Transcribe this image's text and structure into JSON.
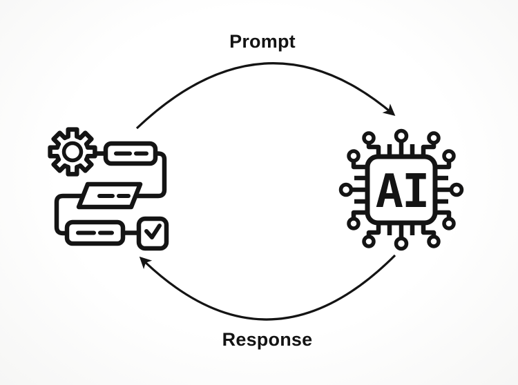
{
  "meta": {
    "type": "cycle-diagram",
    "background_color": "#fdfdfd",
    "ink_color": "#141414"
  },
  "labels": {
    "prompt": "Prompt",
    "response": "Response"
  },
  "nodes": {
    "workflow": {
      "icon": "automated-workflow-icon"
    },
    "chip": {
      "icon": "ai-chip-icon",
      "label": "AI"
    }
  },
  "arrows": {
    "top": {
      "direction": "workflow-to-chip",
      "label": "Prompt"
    },
    "bottom": {
      "direction": "chip-to-workflow",
      "label": "Response"
    }
  }
}
